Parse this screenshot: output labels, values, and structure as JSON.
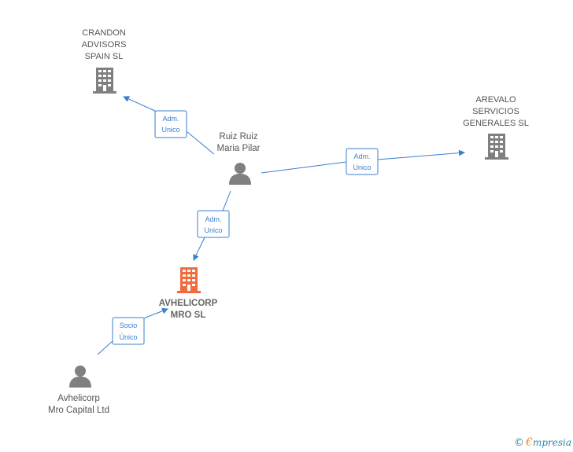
{
  "nodes": {
    "crandon": {
      "lines": [
        "CRANDON",
        "ADVISORS",
        "SPAIN  SL"
      ],
      "icon": "building-icon",
      "color": "#808080"
    },
    "arevalo": {
      "lines": [
        "AREVALO",
        "SERVICIOS",
        "GENERALES  SL"
      ],
      "icon": "building-icon",
      "color": "#808080"
    },
    "avhelicorp": {
      "lines": [
        "AVHELICORP",
        "MRO  SL"
      ],
      "icon": "building-icon",
      "color": "#f26a3d"
    },
    "ruiz": {
      "lines": [
        "Ruiz Ruiz",
        "Maria Pilar"
      ],
      "icon": "person-icon",
      "color": "#808080"
    },
    "avhelicorp_capital": {
      "lines": [
        "Avhelicorp",
        "Mro Capital Ltd"
      ],
      "icon": "person-icon",
      "color": "#808080"
    }
  },
  "edges": {
    "ruiz_crandon": [
      "Adm.",
      "Unico"
    ],
    "ruiz_arevalo": [
      "Adm.",
      "Unico"
    ],
    "ruiz_avhelicorp": [
      "Adm.",
      "Unico"
    ],
    "capital_avhelicorp": [
      "Socio",
      "Único"
    ]
  },
  "brand": {
    "copyright": "©",
    "e": "€",
    "rest": "mpresia"
  },
  "colors": {
    "edge": "#3a7fcf"
  }
}
